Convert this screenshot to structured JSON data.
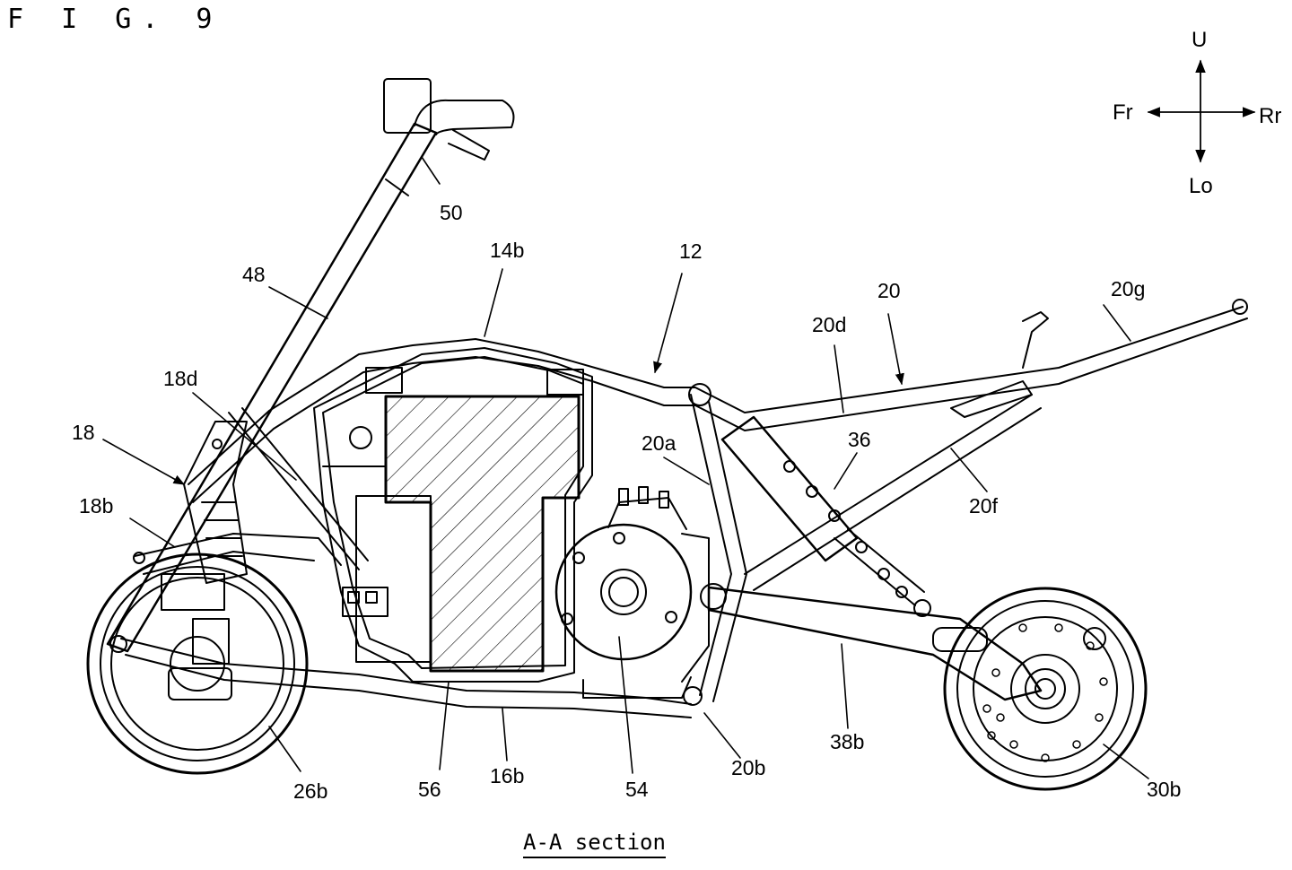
{
  "figure": {
    "title": "F I G. 9",
    "caption": "A-A section"
  },
  "directions": {
    "up": "U",
    "down": "Lo",
    "front": "Fr",
    "rear": "Rr"
  },
  "labels": {
    "l50": "50",
    "l48": "48",
    "l14b": "14b",
    "l12": "12",
    "l20": "20",
    "l20g": "20g",
    "l20d": "20d",
    "l18d": "18d",
    "l18": "18",
    "l20a": "20a",
    "l36": "36",
    "l18b": "18b",
    "l20f": "20f",
    "l26b": "26b",
    "l56": "56",
    "l16b": "16b",
    "l54": "54",
    "l20b": "20b",
    "l38b": "38b",
    "l30b": "30b"
  }
}
